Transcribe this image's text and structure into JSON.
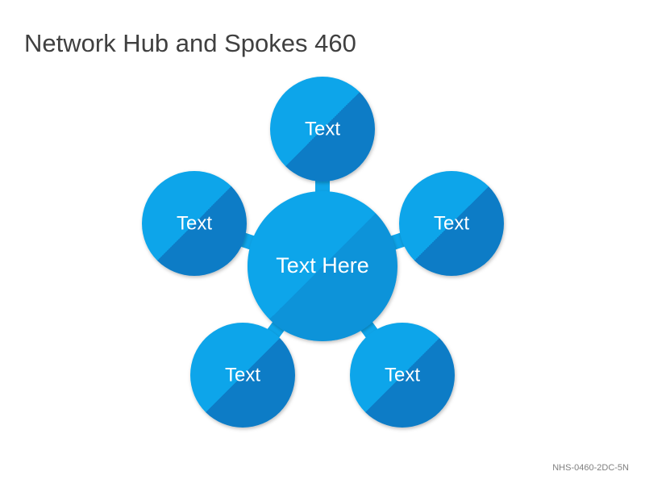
{
  "title": "Network Hub and Spokes 460",
  "hub": {
    "label": "Text Here"
  },
  "spokes": [
    {
      "label": "Text"
    },
    {
      "label": "Text"
    },
    {
      "label": "Text"
    },
    {
      "label": "Text"
    },
    {
      "label": "Text"
    }
  ],
  "footer_code": "NHS-0460-2DC-5N",
  "colors": {
    "node_fill": "#0ea5ea",
    "node_shadow": "#0a7cc6",
    "connector": "#0ea5ea",
    "title_text": "#404040",
    "footer_text": "#7f7f7f"
  }
}
